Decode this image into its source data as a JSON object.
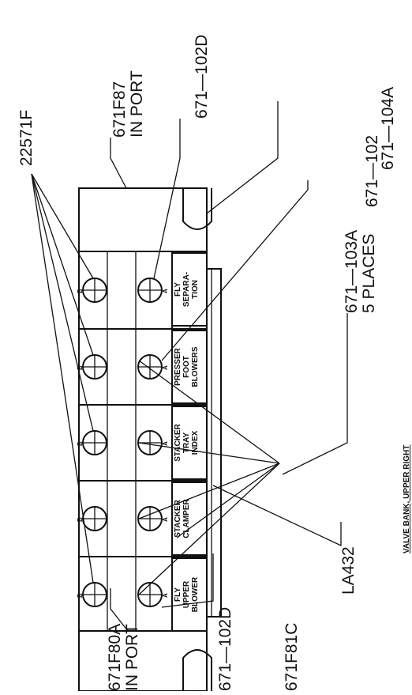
{
  "diagram": {
    "labels": {
      "in_port_top": "671F87\nIN PORT",
      "upper_102d": "671—102D",
      "part_104a": "671—104A",
      "part_22571f": "22571F",
      "part_102": "671—102",
      "part_103a": "671—103A\n5 PLACES",
      "in_port_bottom": "671F80A\nIN PORT",
      "lower_102d": "671—102D",
      "part_81c": "671F81C",
      "part_la432": "LA432",
      "caption": "VALVE BANK, UPPER RIGHT"
    },
    "valves": [
      {
        "label": "FLY\nSEPARA-\nTION"
      },
      {
        "label": "PRESSER\nFOOT\nBLOWERS"
      },
      {
        "label": "STACKER\nTRAY\nINDEX"
      },
      {
        "label": "STACKER\nCLAMPER"
      },
      {
        "label": "FLY\nUPPER\nBLOWER"
      }
    ],
    "port_letters": {
      "upper": "B",
      "lower": "A"
    }
  }
}
